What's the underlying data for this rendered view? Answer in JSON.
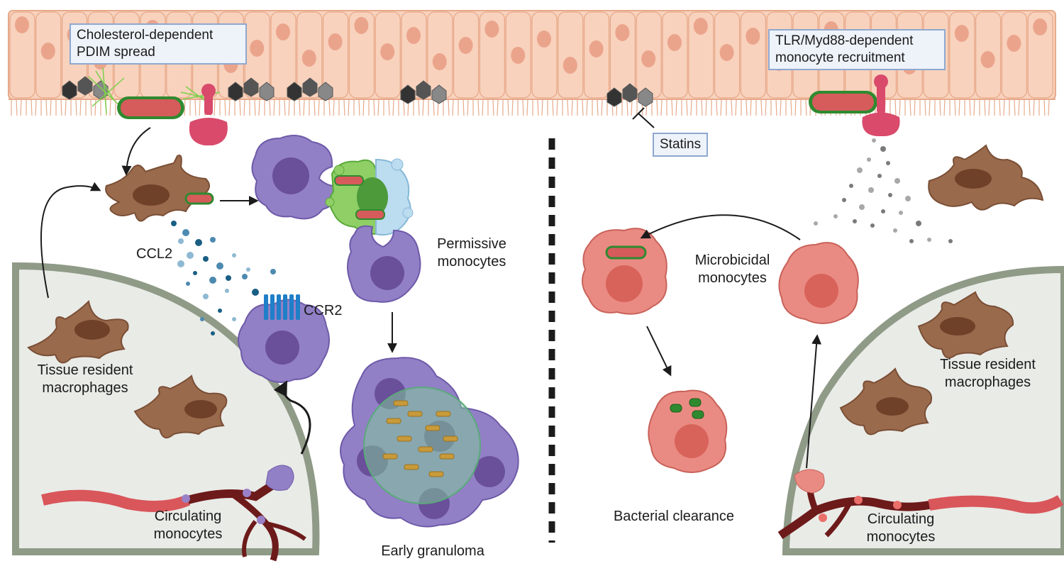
{
  "left_panel": {
    "box_cholesterol": "Cholesterol-dependent PDIM spread",
    "ccl2": "CCL2",
    "ccr2": "CCR2",
    "permissive": "Permissive monocytes",
    "tissue_resident": "Tissue resident macrophages",
    "circulating": "Circulating monocytes",
    "granuloma": "Early granuloma"
  },
  "right_panel": {
    "box_tlr": "TLR/Myd88-dependent monocyte recruitment",
    "statins": "Statins",
    "microbicidal": "Microbicidal monocytes",
    "clearance": "Bacterial clearance",
    "tissue_resident": "Tissue resident macrophages",
    "circulating": "Circulating monocytes"
  },
  "colors": {
    "epithelium": "#f8d2bd",
    "epithelium_nucleus": "#eba48c",
    "bacterium": "#d65b5b",
    "bacterium_rim": "#2f8a2f",
    "macrophage": "#9a6a4c",
    "permissive_monocyte": "#9280c7",
    "microbicidal_monocyte": "#ea8b83",
    "tissue": "#e8ebe6",
    "vessel": "#6d1a1a"
  }
}
